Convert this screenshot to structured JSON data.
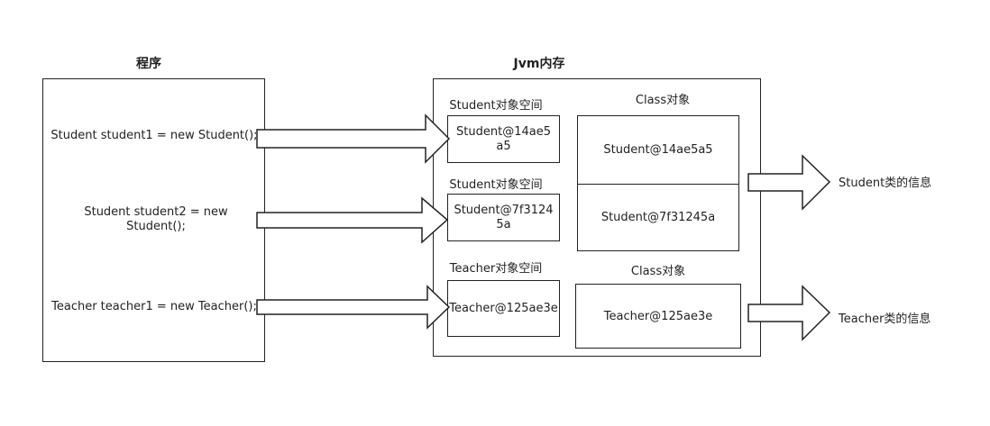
{
  "program": {
    "title": "程序",
    "lines": [
      "Student student1 = new Student();",
      "Student student2 = new Student();",
      "Teacher teacher1 = new Teacher();"
    ]
  },
  "jvm": {
    "title": "Jvm内存",
    "spaces": [
      {
        "label": "Student对象空间",
        "object": "Student@14ae5a5"
      },
      {
        "label": "Student对象空间",
        "object": "Student@7f31245a"
      },
      {
        "label": "Teacher对象空间",
        "object": "Teacher@125ae3e"
      }
    ],
    "class_objects": [
      {
        "label": "Class对象",
        "cells": [
          "Student@14ae5a5",
          "Student@7f31245a"
        ]
      },
      {
        "label": "Class对象",
        "cells": [
          "Teacher@125ae3e"
        ]
      }
    ]
  },
  "info": [
    "Student类的信息",
    "Teacher类的信息"
  ]
}
